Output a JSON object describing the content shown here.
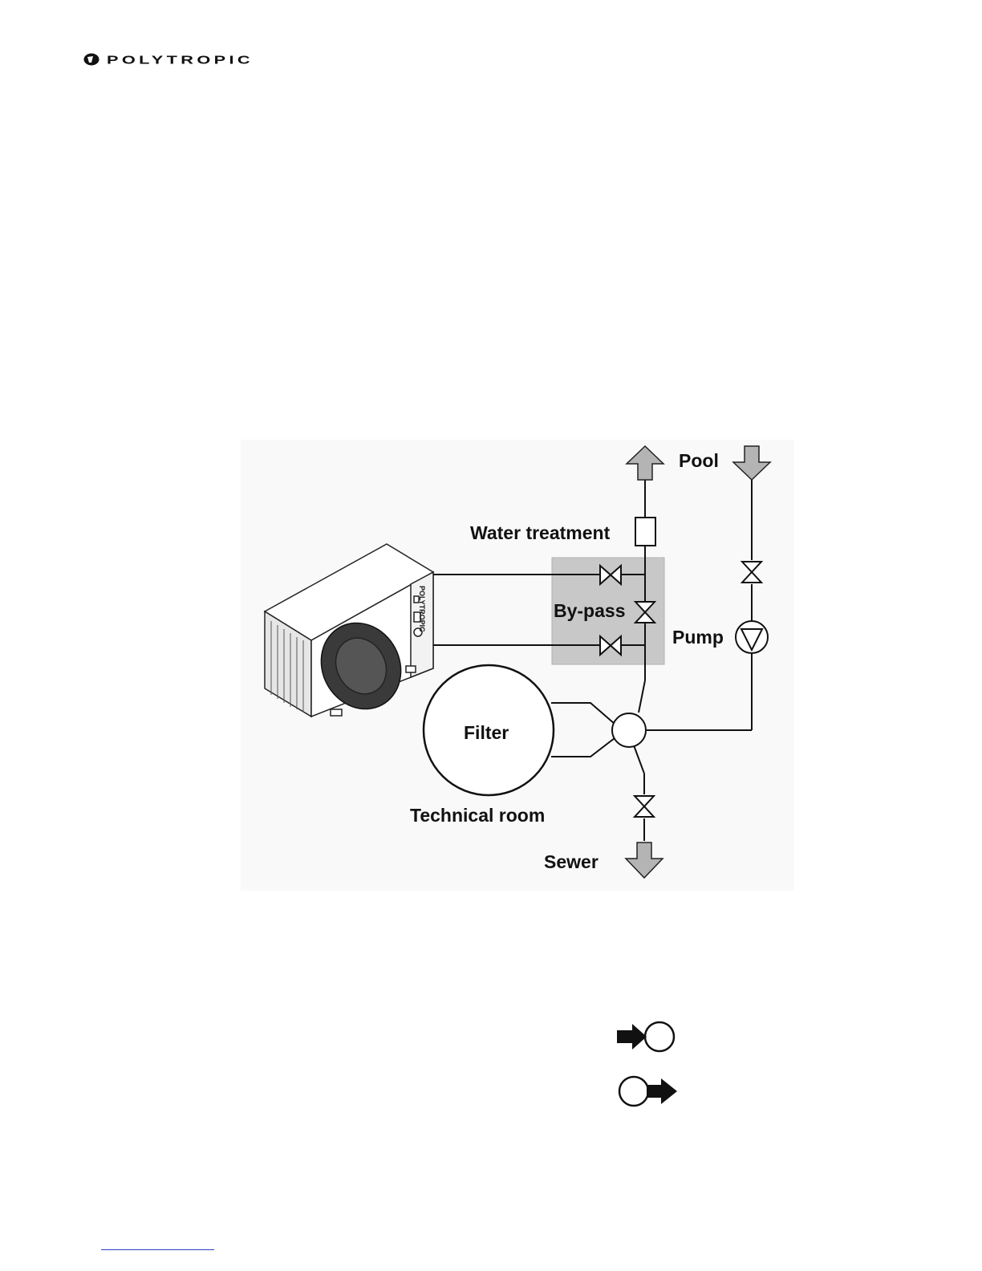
{
  "header": {
    "brand": "POLYTROPIC",
    "logo_icon": "polytropic-logo-icon"
  },
  "diagram": {
    "labels": {
      "pool": "Pool",
      "water_treatment": "Water treatment",
      "bypass": "By-pass",
      "pump": "Pump",
      "filter": "Filter",
      "technical_room": "Technical room",
      "sewer": "Sewer"
    },
    "unit_brand": "POLYTROPIC",
    "colors": {
      "bypass_box": "#c8c8c8",
      "arrow_fill": "#b4b4b4",
      "line": "#111111"
    }
  },
  "legend": {
    "inlet_icon": "water-inlet-icon",
    "outlet_icon": "water-outlet-icon"
  }
}
